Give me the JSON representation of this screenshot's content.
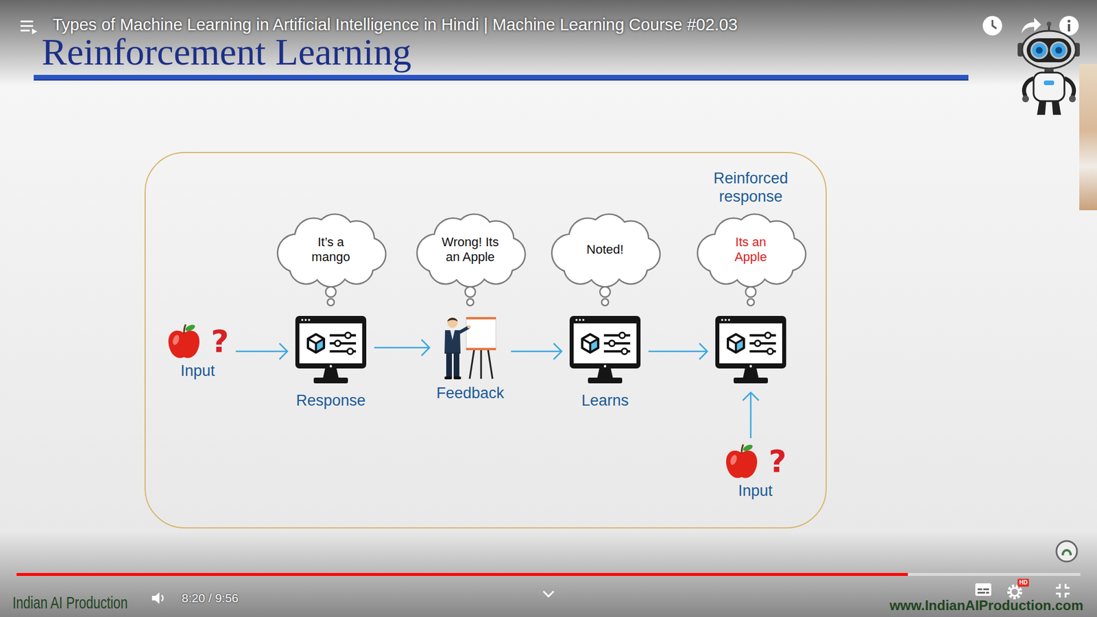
{
  "diagram": {
    "title": "Reinforcement Learning",
    "nodes": [
      {
        "text": [
          "?",
          "Input"
        ]
      },
      {
        "text": [
          "It’s a mango",
          "Response"
        ]
      },
      {
        "text": [
          "Wrong! Its an Apple",
          "Feedback"
        ]
      },
      {
        "text": [
          "Noted!",
          "Learns"
        ]
      },
      {
        "text": [
          "Reinforced response",
          "Its an Apple"
        ]
      },
      {
        "text": [
          "?",
          "Input"
        ]
      }
    ],
    "edges": [
      {
        "from": 0,
        "to": 1,
        "arrow": "to"
      },
      {
        "from": 1,
        "to": 2,
        "arrow": "to"
      },
      {
        "from": 2,
        "to": 3,
        "arrow": "to"
      },
      {
        "from": 3,
        "to": 4,
        "arrow": "to"
      },
      {
        "from": 5,
        "to": 4,
        "arrow": "to"
      }
    ],
    "labels": [
      "Types of Machine Learning in Artificial Intelligence in Hindi | Machine Learning Course #02.03",
      "8:20 / 9:56",
      "HD",
      "Indian AI Production",
      "www.IndianAIProduction.com"
    ]
  }
}
